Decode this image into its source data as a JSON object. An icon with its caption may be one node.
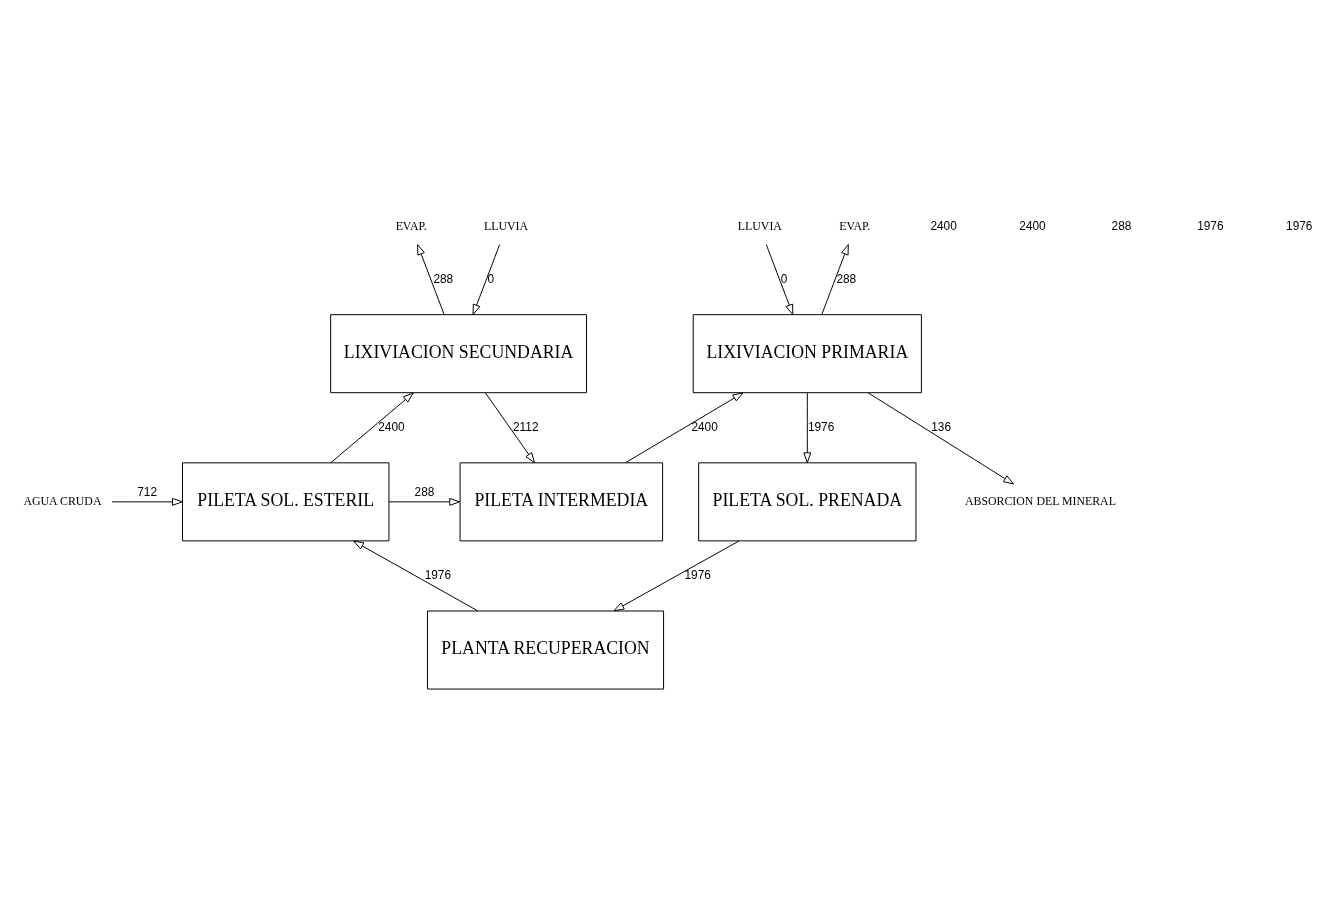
{
  "diagram": {
    "nodes": [
      {
        "text": [
          "EVAP."
        ]
      },
      {
        "text": [
          "LLUVIA"
        ]
      },
      {
        "text": [
          "EVAP."
        ]
      },
      {
        "text": [
          "LLUVIA"
        ]
      },
      {
        "text": [
          "LIXIVIACION SECUNDARIA"
        ]
      },
      {
        "text": [
          "LIXIVIACION PRIMARIA"
        ]
      },
      {
        "text": [
          "ABSORCION DEL MINERAL"
        ]
      },
      {
        "text": [
          "AGUA CRUDA"
        ]
      },
      {
        "text": [
          "PILETA SOL. ESTERIL"
        ]
      },
      {
        "text": [
          "PILETA INTERMEDIA"
        ]
      },
      {
        "text": [
          "PILETA SOL. PRENADA"
        ]
      },
      {
        "text": [
          "PLANTA RECUPERACION"
        ]
      }
    ],
    "edges": [
      {
        "from": 8,
        "to": 4,
        "arrow": "to",
        "label": "2400"
      },
      {
        "from": 4,
        "to": 0,
        "arrow": "to",
        "label": "288"
      },
      {
        "from": 1,
        "to": 4,
        "arrow": "to",
        "label": "0"
      },
      {
        "from": 9,
        "to": 5,
        "arrow": "to",
        "label": "2400"
      },
      {
        "from": 5,
        "to": 2,
        "arrow": "to",
        "label": "288"
      },
      {
        "from": 3,
        "to": 5,
        "arrow": "to",
        "label": "0"
      },
      {
        "from": 5,
        "to": 6,
        "arrow": "to",
        "label": "136"
      },
      {
        "from": 4,
        "to": 9,
        "arrow": "to",
        "label": "2112"
      },
      {
        "from": 5,
        "to": 10,
        "arrow": "to",
        "label": "1976"
      },
      {
        "from": 7,
        "to": 8,
        "arrow": "to",
        "label": "712"
      },
      {
        "from": 8,
        "to": 9,
        "arrow": "to",
        "label": "288"
      },
      {
        "from": 10,
        "to": 11,
        "arrow": "to",
        "label": "1976"
      },
      {
        "from": 11,
        "to": 8,
        "arrow": "to",
        "label": "1976"
      }
    ],
    "labels": [
      "2400",
      "2400",
      "288",
      "1976",
      "1976"
    ]
  }
}
